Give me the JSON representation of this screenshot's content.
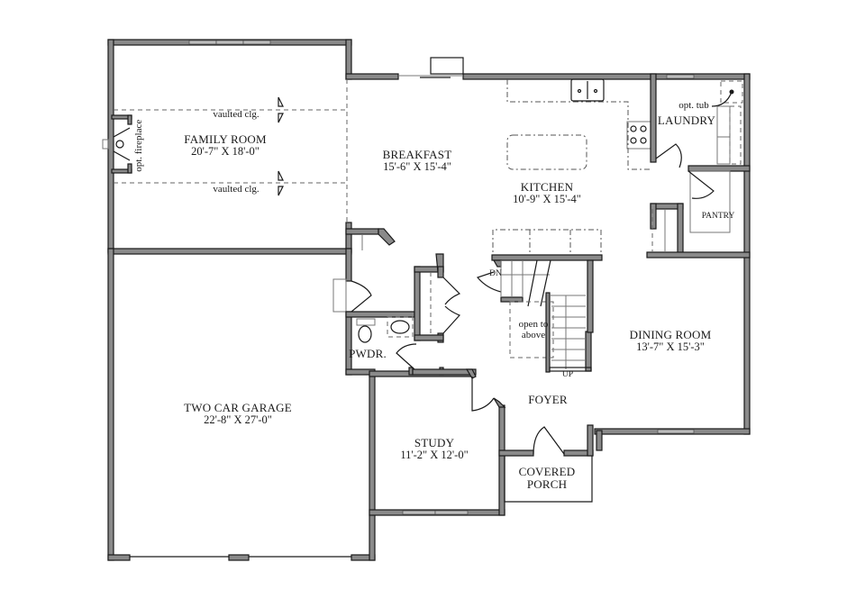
{
  "plan": {
    "rooms": {
      "family_room": {
        "name": "FAMILY ROOM",
        "dims": "20'-7\" X 18'-0\""
      },
      "breakfast": {
        "name": "BREAKFAST",
        "dims": "15'-6\" X 15'-4\""
      },
      "kitchen": {
        "name": "KITCHEN",
        "dims": "10'-9\" X 15'-4\""
      },
      "laundry": {
        "name": "LAUNDRY"
      },
      "pantry": {
        "name": "PANTRY"
      },
      "dining_room": {
        "name": "DINING ROOM",
        "dims": "13'-7\" X 15'-3\""
      },
      "foyer": {
        "name": "FOYER"
      },
      "study": {
        "name": "STUDY",
        "dims": "11'-2\" X 12'-0\""
      },
      "covered_porch": {
        "name_line1": "COVERED",
        "name_line2": "PORCH"
      },
      "powder": {
        "name": "PWDR."
      },
      "garage": {
        "name": "TWO CAR GARAGE",
        "dims": "22'-8\" X 27'-0\""
      }
    },
    "annotations": {
      "vaulted_top": "vaulted clg.",
      "vaulted_bottom": "vaulted clg.",
      "opt_fireplace": "opt. fireplace",
      "opt_tub": "opt. tub",
      "stair_down": "DN",
      "stair_up": "UP",
      "open_to_above_1": "open to",
      "open_to_above_2": "above"
    },
    "colors": {
      "wall_fill": "#8a8a8a",
      "wall_stroke": "#1a1a1a",
      "background": "#ffffff"
    }
  }
}
